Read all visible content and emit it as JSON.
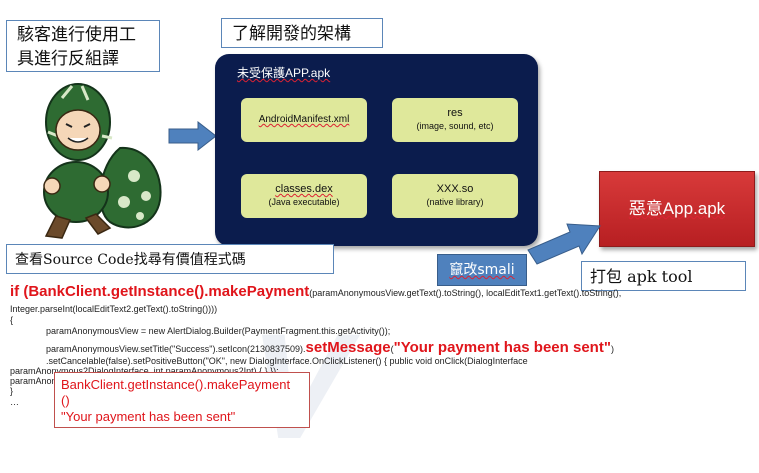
{
  "hacker_caption": {
    "line1": "駭客進行使用工",
    "line2": "具進行反組譯"
  },
  "architecture_label": "了解開發的架構",
  "apk_panel": {
    "title": "未受保護APP.apk",
    "components": [
      {
        "name": "AndroidManifest.xml",
        "desc": ""
      },
      {
        "name": "res",
        "desc": "(image, sound, etc)"
      },
      {
        "name": "classes.dex",
        "desc": "(Java executable)"
      },
      {
        "name": "XXX.so",
        "desc": "(native library)"
      }
    ]
  },
  "malicious_app": "惡意App.apk",
  "modify_smali": "竄改smali",
  "repack_label": "打包 apk tool",
  "source_label": "查看Source Code找尋有價值程式碼",
  "code": {
    "line1_prefix": "if (",
    "line1_call": "BankClient.getInstance().makePayment",
    "line1_args": "(paramAnonymousView.getText().toString(), localEditText1.getText().toString(),",
    "line2": "Integer.parseInt(localEditText2.getText().toString())))",
    "line3": "{",
    "line4": "paramAnonymousView = new AlertDialog.Builder(PaymentFragment.this.getActivity());",
    "line5_pre": "paramAnonymousView.setTitle(\"Success\").setIcon(2130837509).",
    "line5_method": "setMessage",
    "line5_open": "(",
    "line5_msg": "\"Your payment has been sent\"",
    "line5_close": ")",
    "line6": ".setCancelable(false).setPositiveButton(\"OK\", new DialogInterface.OnClickListener()          {          public void onClick(DialogInterface",
    "line7": "paramAnonymous2DialogInterface, int paramAnonymous2Int)          {          }          });",
    "line8": "paramAnon",
    "line9": "}",
    "line10": "…"
  },
  "highlight": {
    "line1": "BankClient.getInstance().makePayment",
    "line2": "()",
    "line3": "\"Your payment has been sent\""
  },
  "colors": {
    "panel": "#0b1c4d",
    "component": "#dfe89b",
    "arrow": "#4f81bd",
    "malicious": "#c0282a",
    "code_red": "#e0151b"
  }
}
